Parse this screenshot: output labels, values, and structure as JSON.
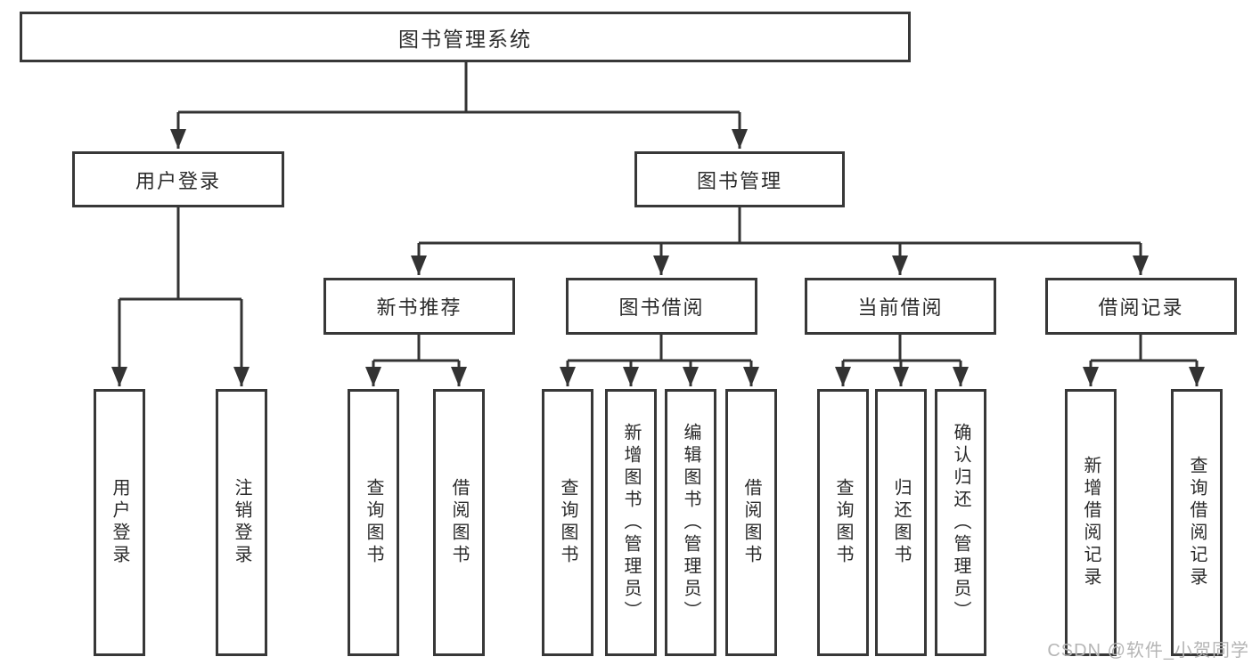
{
  "diagram": {
    "title": "图书管理系统",
    "user_login": {
      "label": "用户登录",
      "children": [
        "用户登录",
        "注销登录"
      ]
    },
    "book_mgmt": {
      "label": "图书管理",
      "sections": [
        {
          "label": "新书推荐",
          "children": [
            "查询图书",
            "借阅图书"
          ]
        },
        {
          "label": "图书借阅",
          "children": [
            "查询图书",
            "新增图书（管理员）",
            "编辑图书（管理员）",
            "借阅图书"
          ]
        },
        {
          "label": "当前借阅",
          "children": [
            "查询图书",
            "归还图书",
            "确认归还（管理员）"
          ]
        },
        {
          "label": "借阅记录",
          "children": [
            "新增借阅记录",
            "查询借阅记录"
          ]
        }
      ]
    },
    "watermark": "CSDN @软件_小贺同学",
    "colors": {
      "line": "#333333",
      "border": "#383838",
      "text": "#2b2b2b",
      "watermark": "#b5b5b5",
      "background": "#ffffff"
    }
  }
}
